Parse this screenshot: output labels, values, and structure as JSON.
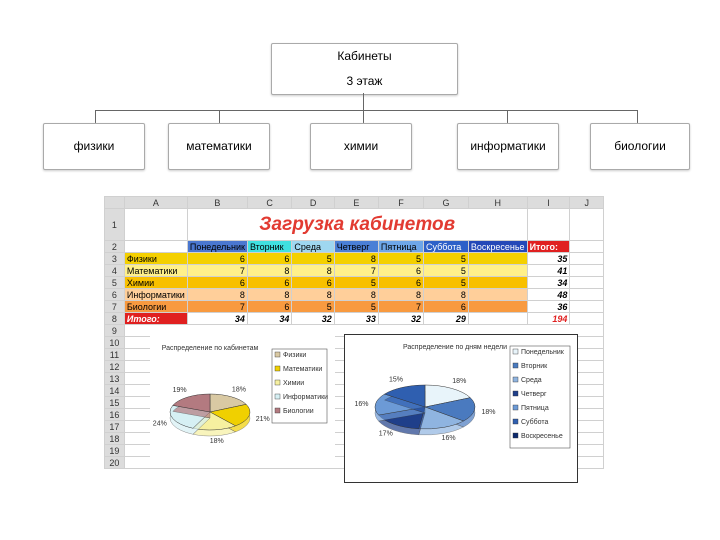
{
  "org": {
    "root_line1": "Кабинеты",
    "root_line2": "3 этаж",
    "children": [
      "физики",
      "математики",
      "химии",
      "информатики",
      "биологии"
    ]
  },
  "sheet": {
    "col_headers": [
      "",
      "A",
      "B",
      "C",
      "D",
      "E",
      "F",
      "G",
      "H",
      "I",
      "J"
    ],
    "title": "Загрузка кабинетов",
    "days": [
      "Понедельник",
      "Вторник",
      "Среда",
      "Четверг",
      "Пятница",
      "Суббота",
      "Воскресенье",
      "Итого:"
    ],
    "rows": [
      {
        "name": "Физики",
        "values": [
          "6",
          "6",
          "5",
          "8",
          "5",
          "5",
          ""
        ],
        "total": "35"
      },
      {
        "name": "Математики",
        "values": [
          "7",
          "8",
          "8",
          "7",
          "6",
          "5",
          ""
        ],
        "total": "41"
      },
      {
        "name": "Химии",
        "values": [
          "6",
          "6",
          "6",
          "5",
          "6",
          "5",
          ""
        ],
        "total": "34"
      },
      {
        "name": "Информатики",
        "values": [
          "8",
          "8",
          "8",
          "8",
          "8",
          "8",
          ""
        ],
        "total": "48"
      },
      {
        "name": "Биологии",
        "values": [
          "7",
          "6",
          "5",
          "5",
          "7",
          "6",
          ""
        ],
        "total": "36"
      }
    ],
    "totals_label": "Итого:",
    "totals": [
      "34",
      "34",
      "32",
      "33",
      "32",
      "29",
      "",
      "194"
    ]
  },
  "chart_data": [
    {
      "type": "pie",
      "title": "Распределение по кабинетам",
      "categories": [
        "Физики",
        "Математики",
        "Химии",
        "Информатики",
        "Биологии"
      ],
      "labels": [
        "18%",
        "21%",
        "18%",
        "24%",
        "19%"
      ],
      "colors": [
        "#d9c9a3",
        "#f0d000",
        "#f6f0a0",
        "#d6f0f4",
        "#b37a80"
      ]
    },
    {
      "type": "pie",
      "title": "Распределение по дням недели",
      "categories": [
        "Понедельник",
        "Вторник",
        "Среда",
        "Четверг",
        "Пятница",
        "Суббота",
        "Воскресенье"
      ],
      "labels": [
        "18%",
        "18%",
        "16%",
        "17%",
        "16%",
        "15%",
        "0%"
      ],
      "colors": [
        "#e8f4fa",
        "#4a7abf",
        "#8fb4e0",
        "#1f3f8a",
        "#6c9ad6",
        "#2f5fb0",
        "#0d2a6e"
      ]
    }
  ]
}
